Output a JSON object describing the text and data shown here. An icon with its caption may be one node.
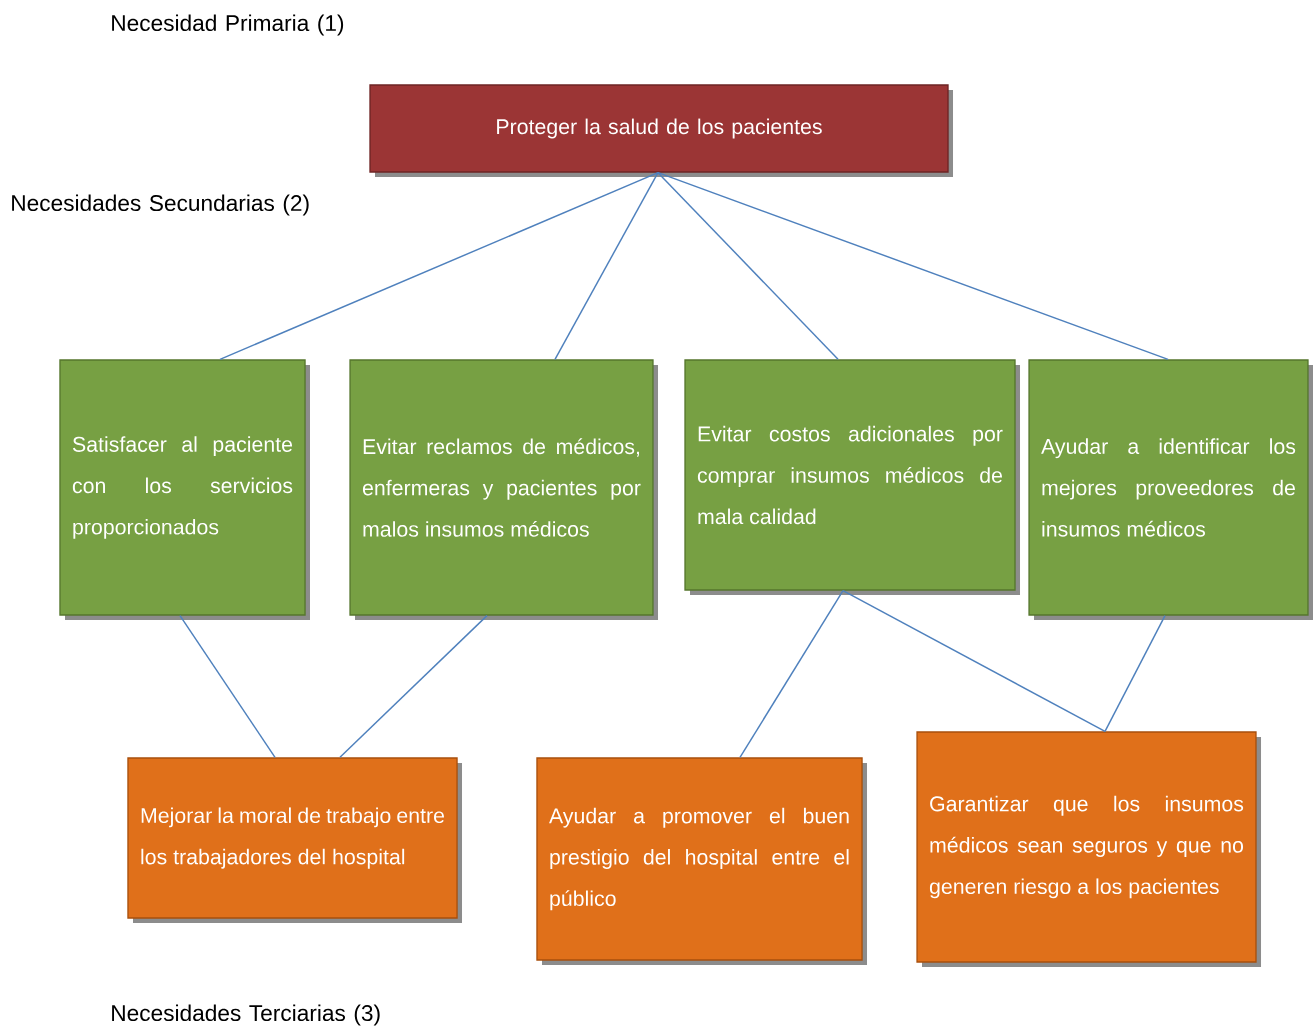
{
  "diagram": {
    "nodes": [
      {
        "text": [
          "Proteger la salud de los pacientes"
        ]
      },
      {
        "text": [
          "Satisfacer al paciente con los servicios proporcionados"
        ]
      },
      {
        "text": [
          "Evitar reclamos de médicos, enfermeras y pacientes por malos insumos médicos"
        ]
      },
      {
        "text": [
          "Evitar costos adicionales por comprar insumos médicos de mala calidad"
        ]
      },
      {
        "text": [
          "Ayudar a identificar los mejores proveedores de insumos médicos"
        ]
      },
      {
        "text": [
          "Mejorar la moral de trabajo entre los trabajadores del hospital"
        ]
      },
      {
        "text": [
          "Ayudar a promover el buen prestigio del hospital entre el público"
        ]
      },
      {
        "text": [
          "Garantizar que los insumos médicos sean seguros y que no generen riesgo a los pacientes"
        ]
      }
    ],
    "edges": [
      {
        "from": 0,
        "to": 1,
        "arrow": "none"
      },
      {
        "from": 0,
        "to": 2,
        "arrow": "none"
      },
      {
        "from": 0,
        "to": 3,
        "arrow": "none"
      },
      {
        "from": 0,
        "to": 4,
        "arrow": "none"
      },
      {
        "from": 1,
        "to": 5,
        "arrow": "none"
      },
      {
        "from": 2,
        "to": 5,
        "arrow": "none"
      },
      {
        "from": 3,
        "to": 6,
        "arrow": "none"
      },
      {
        "from": 3,
        "to": 7,
        "arrow": "none"
      },
      {
        "from": 4,
        "to": 7,
        "arrow": "none"
      }
    ],
    "labels": [
      "Necesidad Primaria (1)",
      "Necesidades Secundarias (2)",
      "Necesidades Terciarias (3)"
    ]
  }
}
